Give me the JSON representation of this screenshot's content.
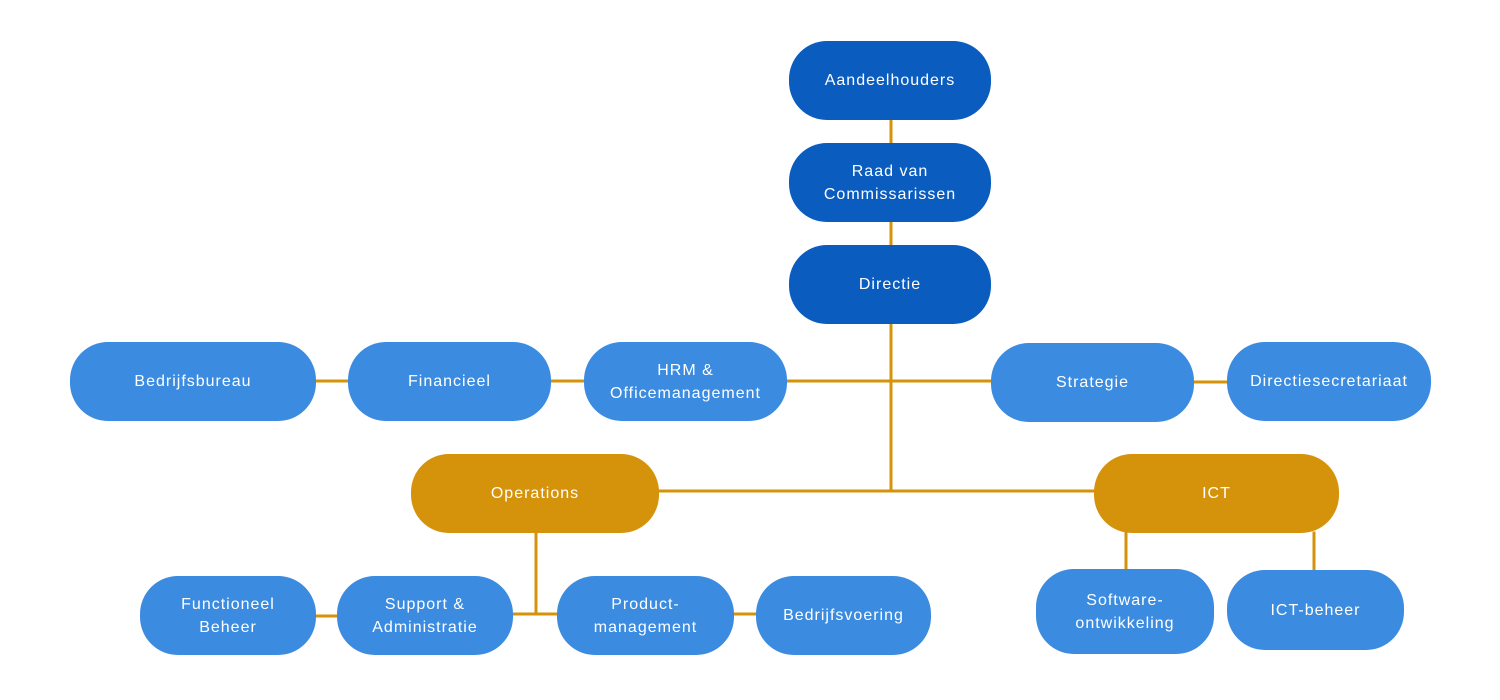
{
  "colors": {
    "top_level": "#0a5cbf",
    "departments": "#3b8be0",
    "divisions": "#d4930a",
    "connector": "#d4930a",
    "text": "#ffffff"
  },
  "org_chart": {
    "aandeelhouders": "Aandeelhouders",
    "raad_van_commissarissen": "Raad van\nCommissarissen",
    "directie": "Directie",
    "staff": {
      "bedrijfsbureau": "Bedrijfsbureau",
      "financieel": "Financieel",
      "hrm": "HRM &\nOfficemanagement",
      "strategie": "Strategie",
      "directiesecretariaat": "Directiesecretariaat"
    },
    "divisions": {
      "operations": {
        "label": "Operations",
        "units": {
          "functioneel_beheer": "Functioneel\nBeheer",
          "support": "Support &\nAdministratie",
          "productmanagement": "Product-\nmanagement",
          "bedrijfsvoering": "Bedrijfsvoering"
        }
      },
      "ict": {
        "label": "ICT",
        "units": {
          "softwareontwikkeling": "Software-\nontwikkeling",
          "ict_beheer": "ICT-beheer"
        }
      }
    }
  }
}
